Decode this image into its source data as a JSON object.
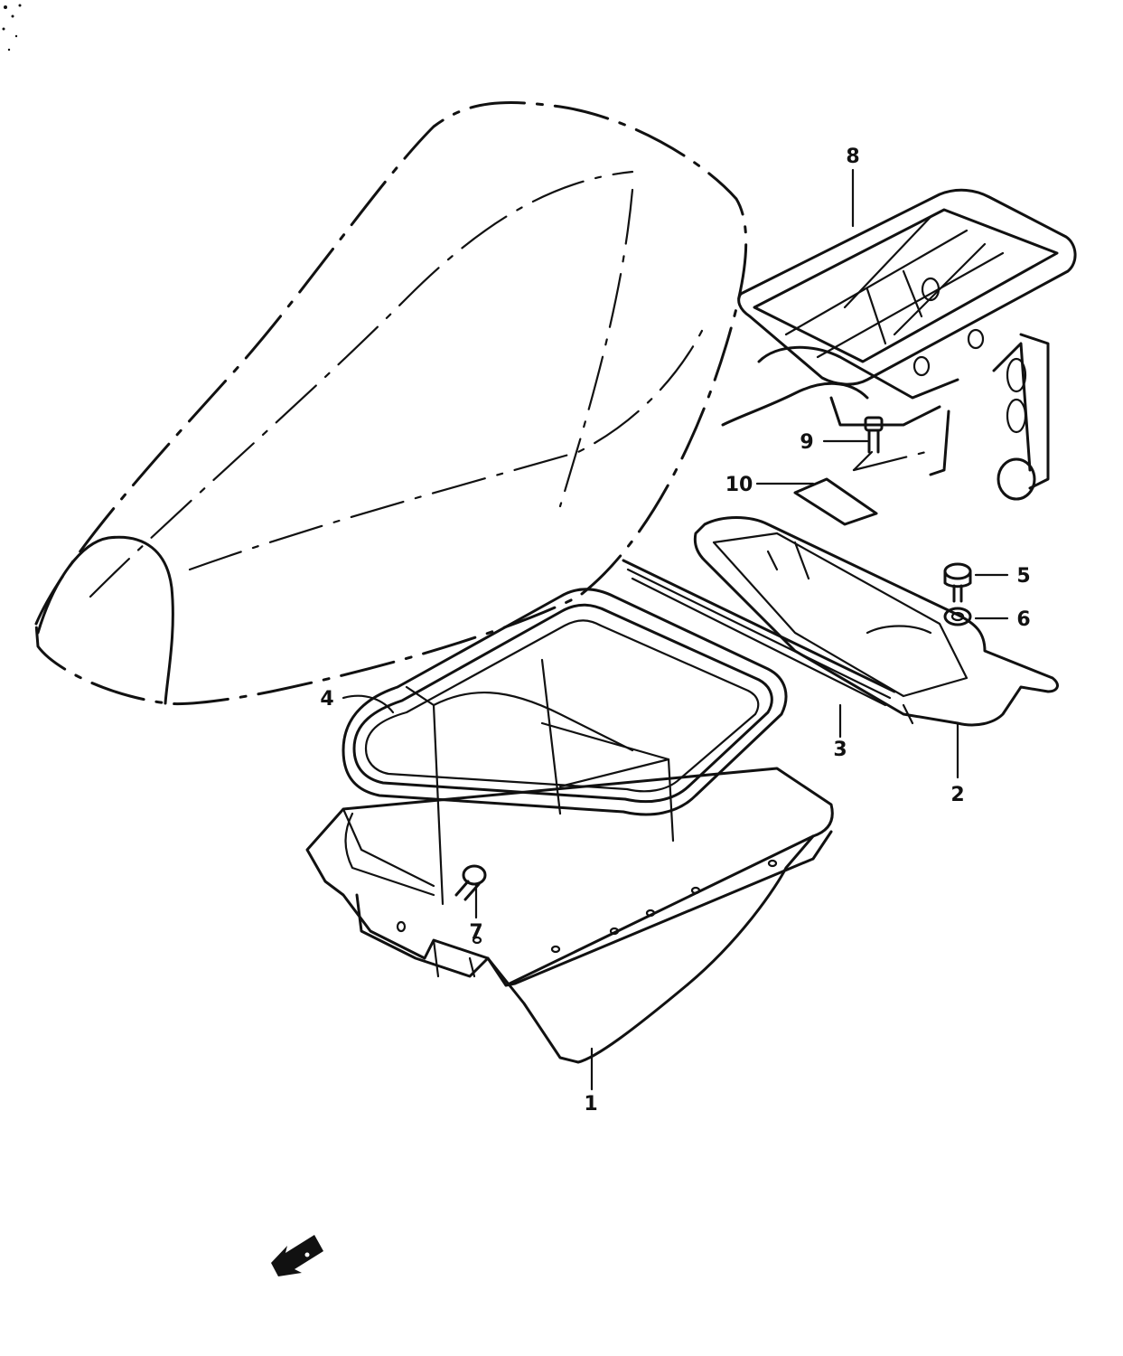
{
  "labels": {
    "p1": "1",
    "p2": "2",
    "p3": "3",
    "p4": "4",
    "p5": "5",
    "p6": "6",
    "p7": "7",
    "p8": "8",
    "p9": "9",
    "p10": "10"
  },
  "icons": {
    "front_arrow": "front-direction-arrow-icon"
  }
}
